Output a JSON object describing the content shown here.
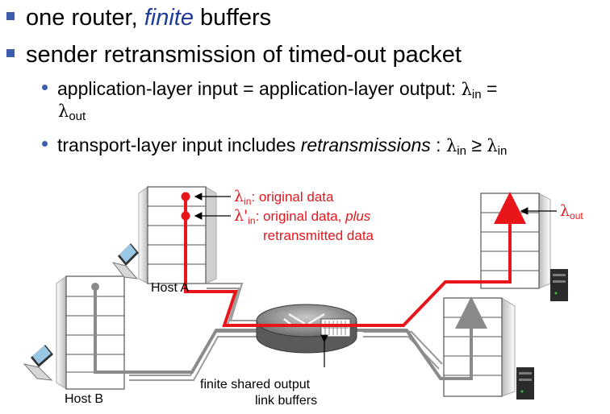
{
  "bullets": {
    "line1": {
      "pre": "one router, ",
      "emph": "finite",
      "post": " buffers"
    },
    "line2": "sender retransmission of timed-out packet",
    "sub1": {
      "text": "application-layer input = application-layer output: ",
      "lam1": "λ",
      "sub1": "in",
      "eq": " =",
      "lam2": "λ",
      "sub2": "out"
    },
    "sub2": {
      "pre": "transport-layer input includes ",
      "emph": "retransmissions",
      "mid": " : ",
      "lam1": "λ",
      "sub1": "in",
      "geq": " ≥ ",
      "lam2": "λ",
      "sub2": "in"
    }
  },
  "diagram": {
    "label_lambda_in": "λ",
    "label_lambda_in_sub": "in",
    "label_lambda_in_text": ": original data",
    "label_lambda_in_prime": "λ'",
    "label_lambda_in_prime_sub": "in",
    "label_lambda_in_prime_text": ": original data, ",
    "label_plus": "plus",
    "label_retransmitted": "retransmitted data",
    "label_lambda_out": "λ",
    "label_lambda_out_sub": "out",
    "host_a": "Host A",
    "host_b": "Host B",
    "buffer_label_1": "finite shared output",
    "buffer_label_2": "link buffers"
  },
  "colors": {
    "accent_red": "#e8161b",
    "bullet_blue": "#3b5dab",
    "finite_blue": "#1f3c9b",
    "gray_path": "#9a9a9a"
  }
}
